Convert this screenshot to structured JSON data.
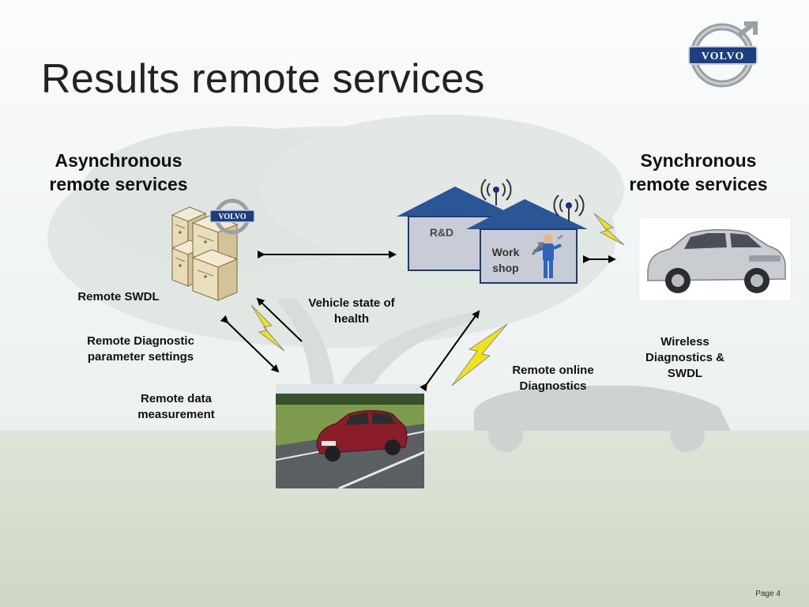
{
  "slide": {
    "title": "Results remote services",
    "page_label": "Page 4"
  },
  "sections": {
    "async_line1": "Asynchronous",
    "async_line2": "remote services",
    "sync_line1": "Synchronous",
    "sync_line2": "remote services"
  },
  "buildings": {
    "rnd_label": "R&D",
    "workshop_line1": "Work",
    "workshop_line2": "shop"
  },
  "labels": {
    "remote_swdl": "Remote SWDL",
    "vehicle_state_line1": "Vehicle state of",
    "vehicle_state_line2": "health",
    "remote_diag_line1": "Remote Diagnostic",
    "remote_diag_line2": "parameter settings",
    "remote_data_line1": "Remote data",
    "remote_data_line2": "measurement",
    "remote_online_line1": "Remote online",
    "remote_online_line2": "Diagnostics",
    "wireless_line1": "Wireless",
    "wireless_line2": "Diagnostics &",
    "wireless_line3": "SWDL"
  },
  "logo": {
    "text": "VOLVO"
  },
  "colors": {
    "brand_blue": "#1d3f82",
    "lightning_yellow": "#f2e21a",
    "house_roof": "#2a5596",
    "house_wall": "#c7ccd6",
    "signal_blue": "#1a2f7a"
  },
  "icons": [
    "server-icon",
    "house-icon",
    "signal-icon",
    "lightning-icon",
    "mechanic-icon",
    "car-icon",
    "volvo-logo-icon"
  ]
}
